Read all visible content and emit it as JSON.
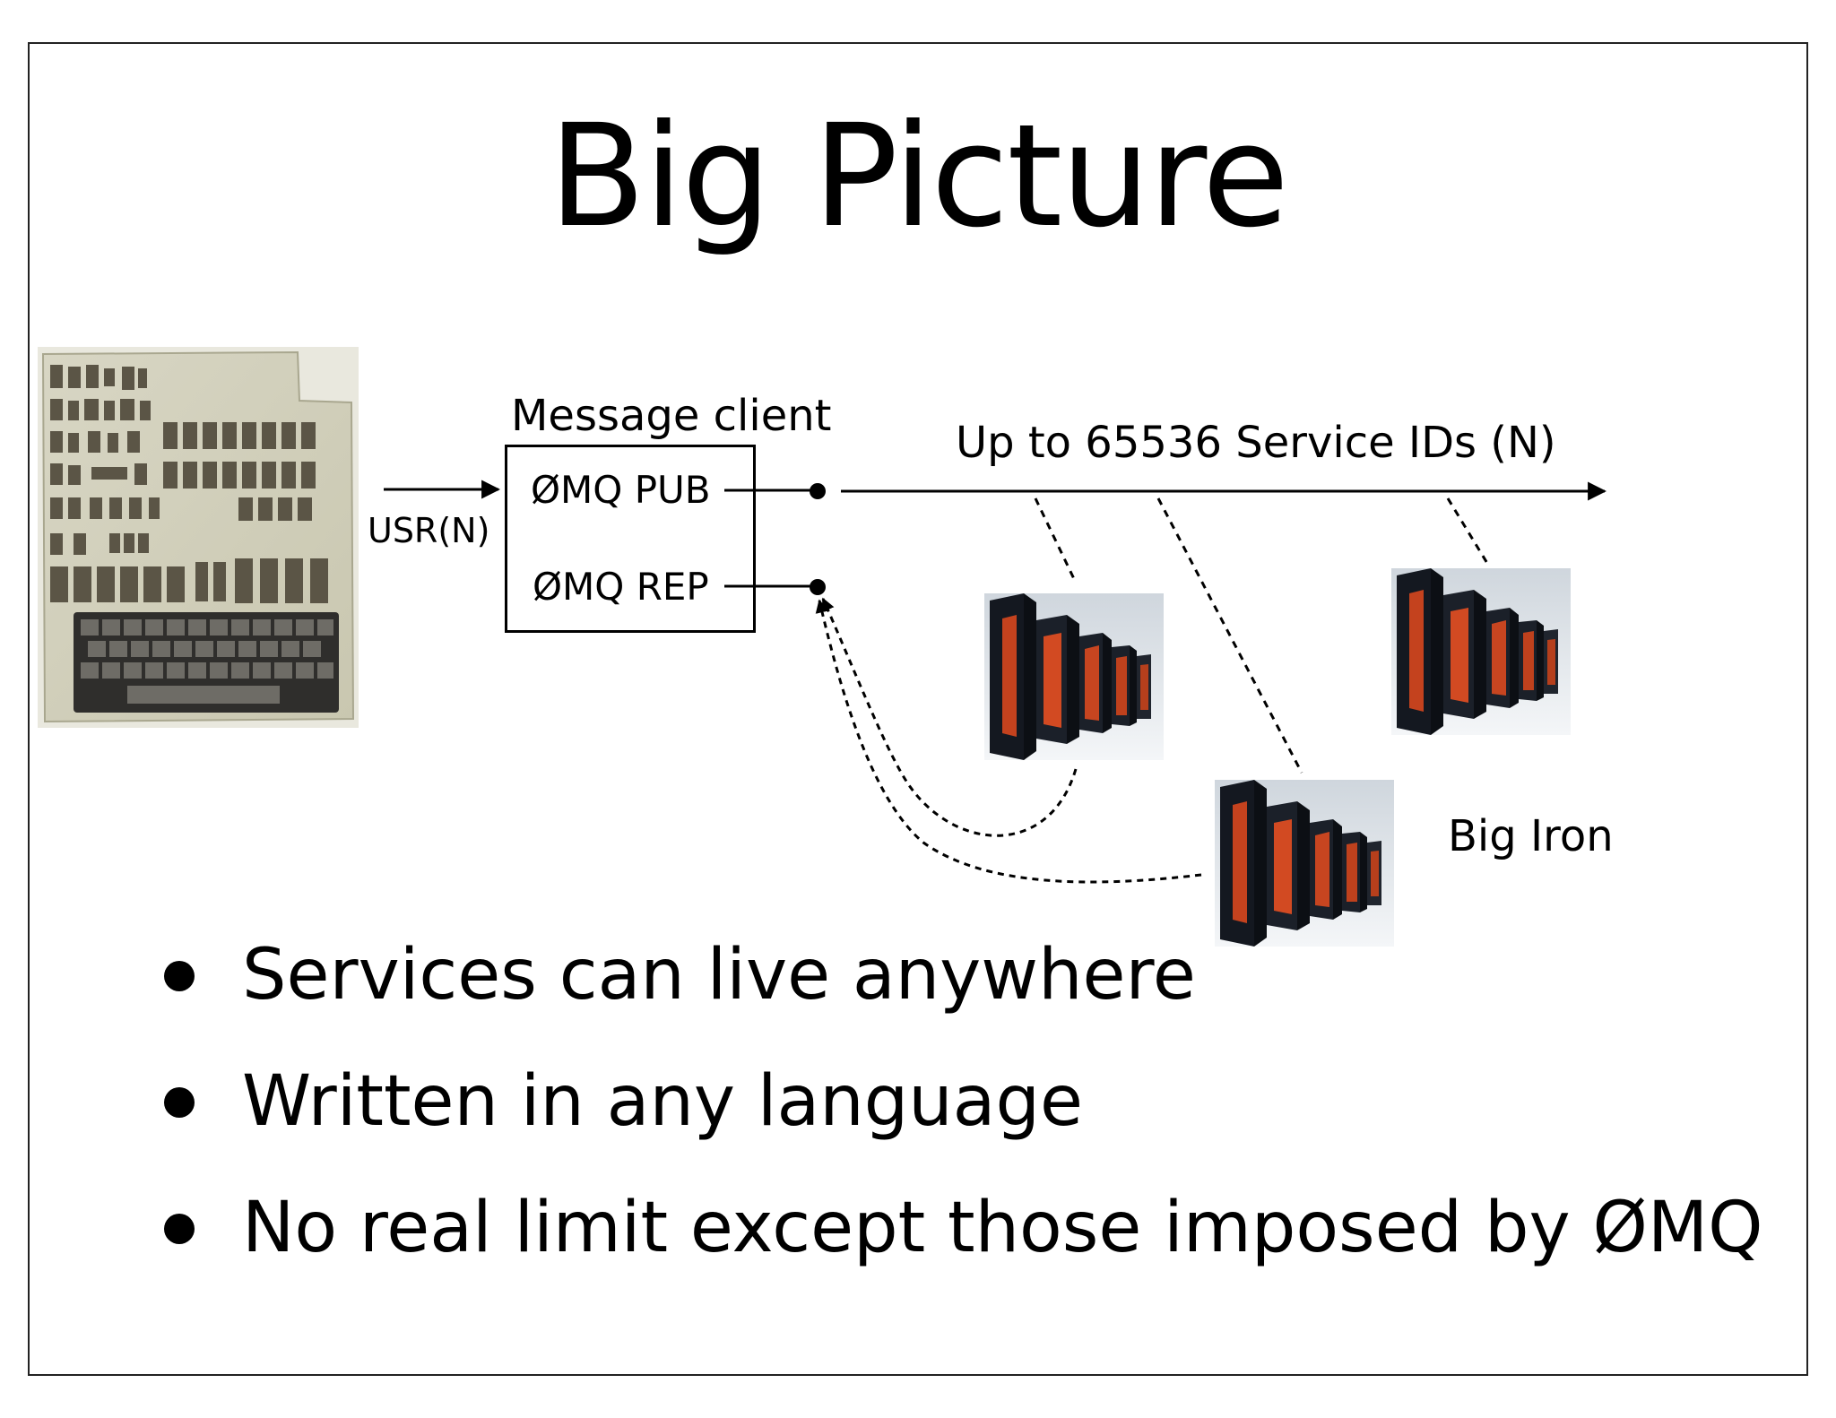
{
  "slide": {
    "title": "Big Picture"
  },
  "diagram": {
    "message_client_label": "Message client",
    "service_ids_label": "Up to 65536 Service IDs (N)",
    "input_label": "USR(N)",
    "pub_socket_label": "ØMQ PUB",
    "rep_socket_label": "ØMQ REP",
    "servers_label": "Big Iron",
    "icons": [
      "computer-board-image",
      "supercomputer-image",
      "supercomputer-image",
      "supercomputer-image"
    ]
  },
  "bullets": [
    {
      "text": "Services can live anywhere"
    },
    {
      "text": "Written in any language"
    },
    {
      "text": "No real limit except those imposed by ØMQ"
    }
  ]
}
